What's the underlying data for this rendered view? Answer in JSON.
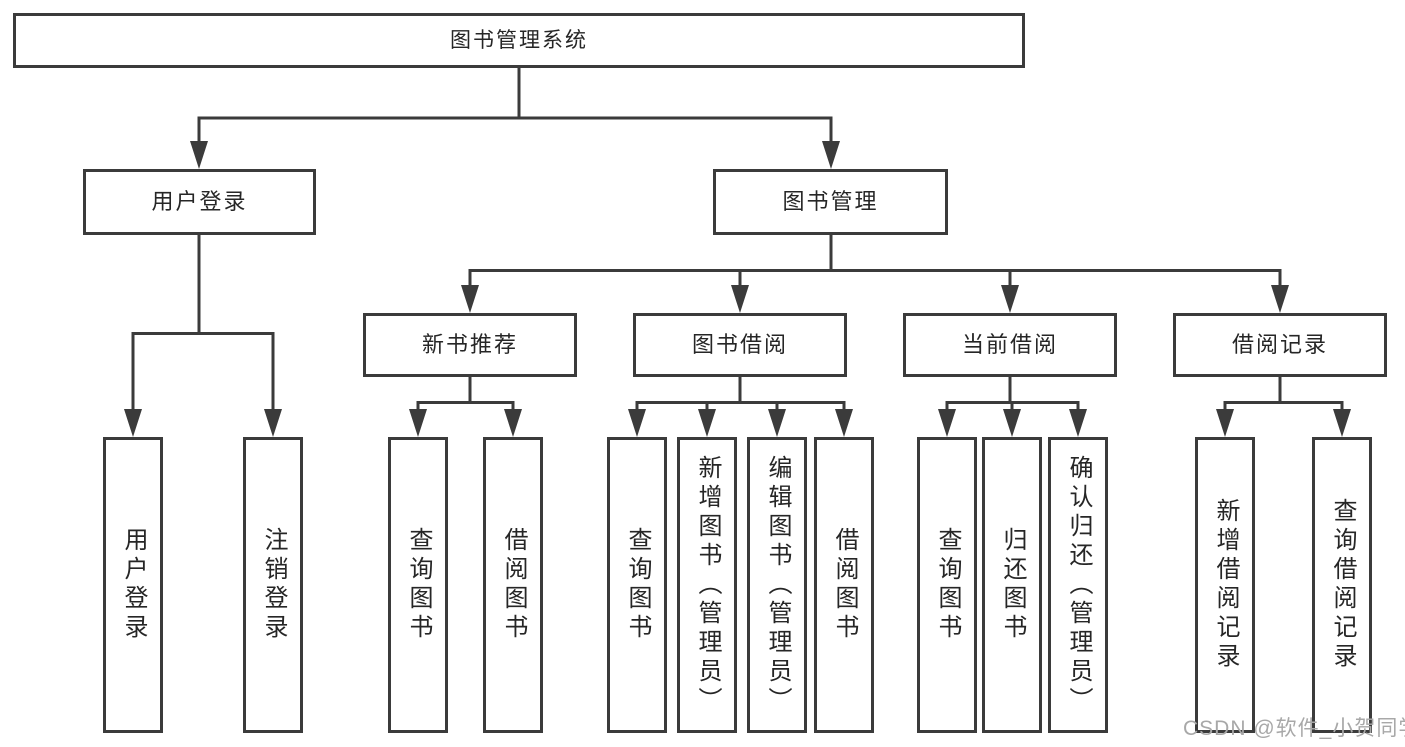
{
  "colors": {
    "line": "#3b3b3b",
    "text": "#262626",
    "background": "#ffffff",
    "watermark": "#a8a8a8"
  },
  "watermark": "CSDN @软件_小贺同学",
  "tree": {
    "root": "图书管理系统",
    "branches": [
      {
        "label": "用户登录",
        "children": [
          "用户登录",
          "注销登录"
        ]
      },
      {
        "label": "图书管理",
        "sections": [
          {
            "label": "新书推荐",
            "children": [
              "查询图书",
              "借阅图书"
            ]
          },
          {
            "label": "图书借阅",
            "children": [
              "查询图书",
              "新增图书（管理员）",
              "编辑图书（管理员）",
              "借阅图书"
            ]
          },
          {
            "label": "当前借阅",
            "children": [
              "查询图书",
              "归还图书",
              "确认归还（管理员）"
            ]
          },
          {
            "label": "借阅记录",
            "children": [
              "新增借阅记录",
              "查询借阅记录"
            ]
          }
        ]
      }
    ]
  }
}
